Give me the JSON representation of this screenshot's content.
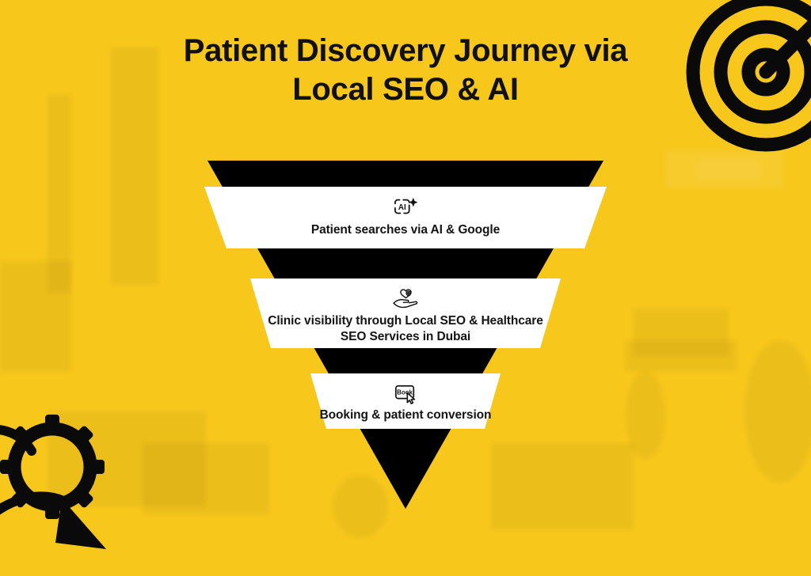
{
  "theme": {
    "background_yellow": "#F7C71C",
    "funnel_black": "#000000",
    "band_white": "#FFFFFF",
    "shadow_grey": "#C9C9C9",
    "text_dark": "#141414"
  },
  "title": {
    "line1": "Patient Discovery Journey via",
    "line2": "Local SEO & AI"
  },
  "funnel": {
    "stages": [
      {
        "id": "stage-1",
        "icon": "ai-sparkle-icon",
        "icon_text": "AI",
        "label_lines": [
          "Patient searches via  AI & Google"
        ]
      },
      {
        "id": "stage-2",
        "icon": "hand-holding-heart-icon",
        "icon_text": "",
        "label_lines": [
          "Clinic visibility through Local SEO & Healthcare",
          "SEO Services in Dubai"
        ]
      },
      {
        "id": "stage-3",
        "icon": "book-button-cursor-icon",
        "icon_text": "Book",
        "label_lines": [
          "Booking & patient conversion"
        ]
      }
    ]
  },
  "decorations": [
    {
      "name": "target-bullseye-graphic",
      "position": "top-right"
    },
    {
      "name": "gear-cog-graphic",
      "position": "bottom-left"
    }
  ]
}
